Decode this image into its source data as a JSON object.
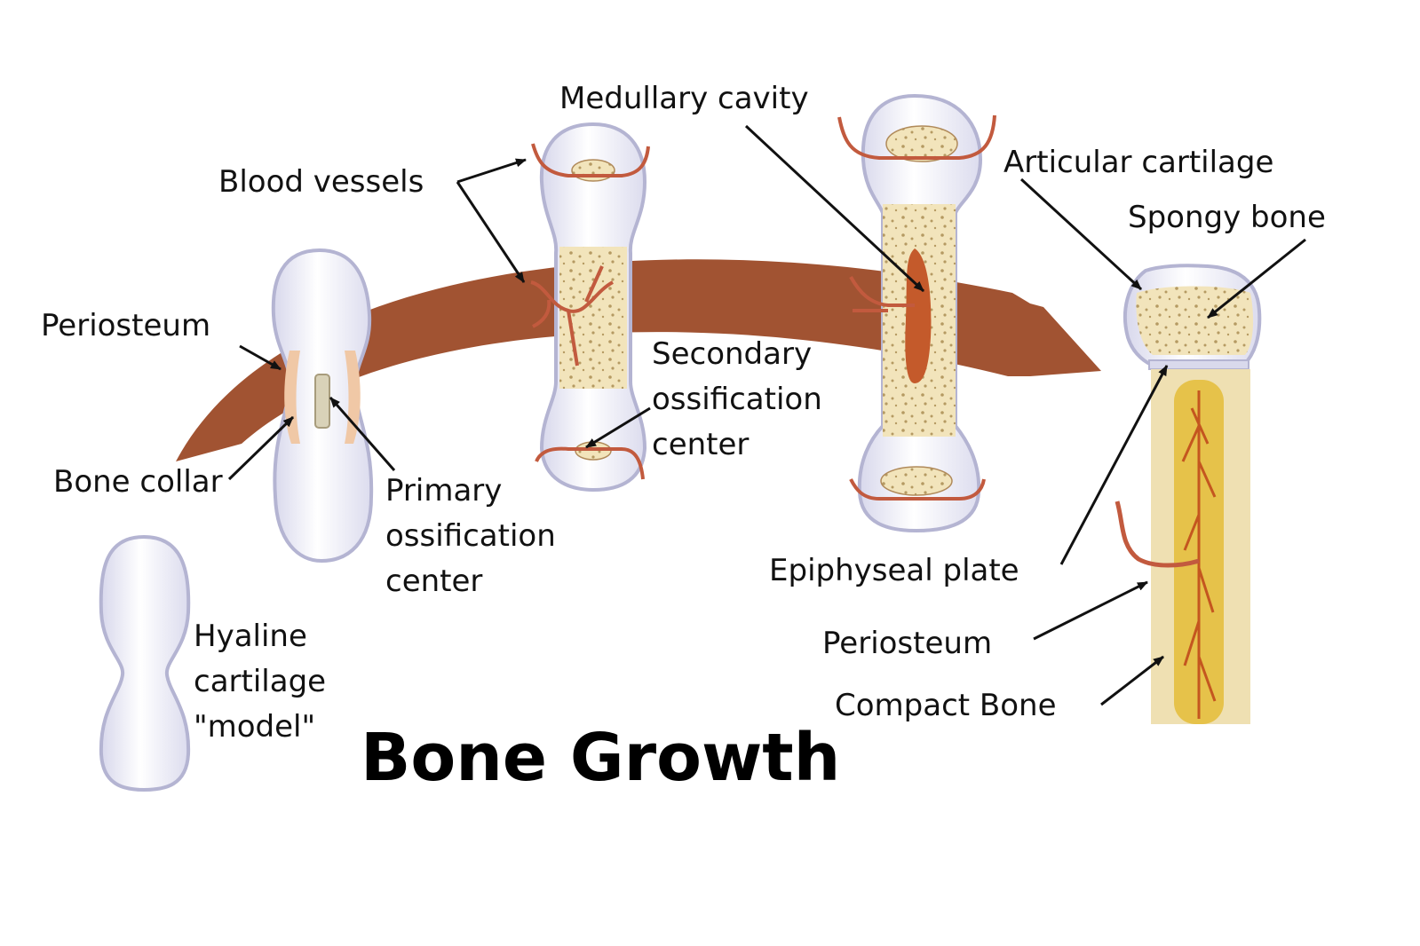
{
  "title": "Bone Growth",
  "labels": {
    "blood_vessels": "Blood vessels",
    "medullary_cavity": "Medullary cavity",
    "articular_cartilage": "Articular cartilage",
    "spongy_bone": "Spongy bone",
    "periosteum": "Periosteum",
    "bone_collar": "Bone collar",
    "primary_ossification_center": [
      "Primary",
      "ossification",
      "center"
    ],
    "secondary_ossification_center": [
      "Secondary",
      "ossification",
      "center"
    ],
    "hyaline_cartilage_model": [
      "Hyaline",
      "cartilage",
      "\"model\""
    ],
    "epiphyseal_plate": "Epiphyseal plate",
    "periosteum_mature": "Periosteum",
    "compact_bone": "Compact Bone"
  },
  "stages": [
    "hyaline-cartilage-model",
    "bone-collar-stage",
    "primary-ossification-stage",
    "secondary-ossification-stage",
    "mature-long-bone"
  ],
  "colors": {
    "growth_arrow": "#9c4a27",
    "cartilage": "#eeeef8",
    "cartilage_outline": "#b4b4d2",
    "bone_tan": "#efe0b2",
    "marrow_yellow": "#e6c24a",
    "vessel": "#c25a3e"
  }
}
